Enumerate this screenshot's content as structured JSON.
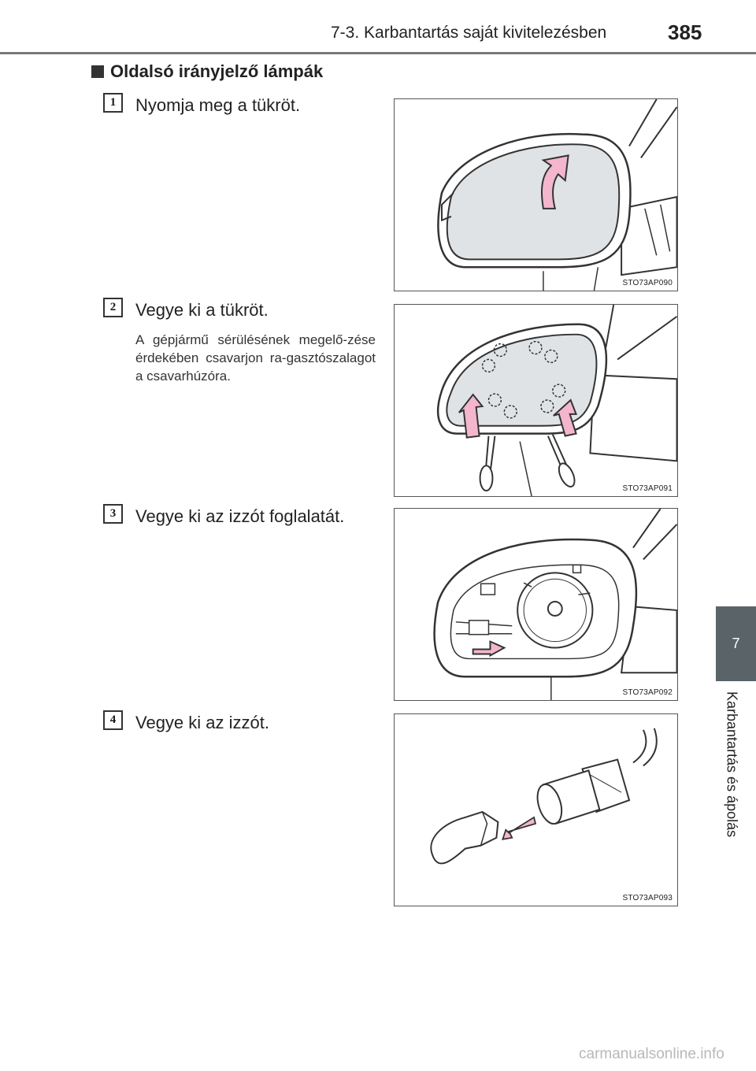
{
  "header": {
    "title": "7-3. Karbantartás saját kivitelezésben",
    "page_number": "385"
  },
  "section": {
    "heading": "Oldalsó irányjelző lámpák"
  },
  "steps": [
    {
      "number": "1",
      "text": "Nyomja meg a tükröt.",
      "image_code": "STO73AP090"
    },
    {
      "number": "2",
      "text": "Vegye ki a tükröt.",
      "note": "A gépjármű sérülésének megelő-zése érdekében csavarjon ra-gasztószalagot a csavarhúzóra.",
      "image_code": "STO73AP091"
    },
    {
      "number": "3",
      "text": "Vegye ki az izzót foglalatát.",
      "image_code": "STO73AP092"
    },
    {
      "number": "4",
      "text": "Vegye ki az izzót.",
      "image_code": "STO73AP093"
    }
  ],
  "side_tab": {
    "chapter": "7",
    "label": "Karbantartás és ápolás"
  },
  "watermark": "carmanualsonline.info",
  "colors": {
    "arrow_fill": "#f4b6cc",
    "tab_background": "#5a6468",
    "mirror_glass": "#dfe3e5"
  }
}
